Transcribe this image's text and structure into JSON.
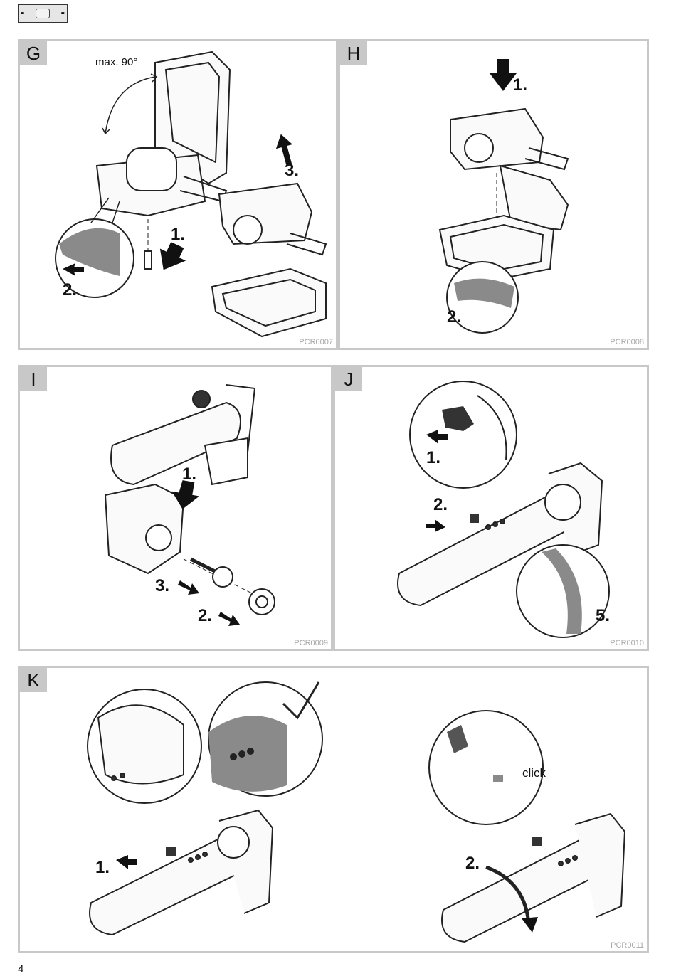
{
  "header": {
    "left_mark": "-",
    "right_mark": "-",
    "icon": "rounded-rect-icon"
  },
  "panels": {
    "G": {
      "letter": "G",
      "code": "PCR0007",
      "angle_label": "max. 90°",
      "steps": [
        "1.",
        "2.",
        "3."
      ]
    },
    "H": {
      "letter": "H",
      "code": "PCR0008",
      "steps": [
        "1.",
        "2."
      ]
    },
    "I": {
      "letter": "I",
      "code": "PCR0009",
      "steps": [
        "1.",
        "2.",
        "3."
      ]
    },
    "J": {
      "letter": "J",
      "code": "PCR0010",
      "steps": [
        "1.",
        "2.",
        "5."
      ]
    },
    "K": {
      "letter": "K",
      "code": "PCR0011",
      "steps": [
        "1.",
        "2."
      ],
      "click_label": "click"
    }
  },
  "page_number": "4"
}
